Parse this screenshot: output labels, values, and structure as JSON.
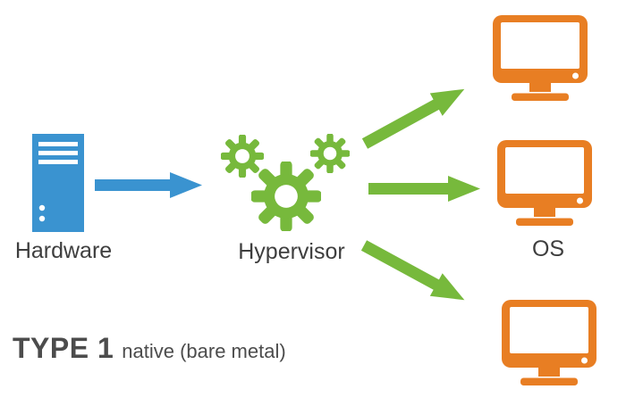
{
  "colors": {
    "blue": "#3A93D0",
    "green": "#77B93C",
    "orange": "#E87E23",
    "label_text": "#3E3E3E",
    "caption_text": "#4C4C4C"
  },
  "diagram": {
    "nodes": [
      {
        "id": "hardware",
        "label": "Hardware",
        "icon": "server-tower-icon",
        "color": "#3A93D0"
      },
      {
        "id": "hypervisor",
        "label": "Hypervisor",
        "icon": "gears-icon",
        "color": "#77B93C"
      },
      {
        "id": "os-top",
        "label": "",
        "icon": "monitor-icon",
        "color": "#E87E23"
      },
      {
        "id": "os-middle",
        "label": "OS",
        "icon": "monitor-icon",
        "color": "#E87E23"
      },
      {
        "id": "os-bottom",
        "label": "",
        "icon": "monitor-icon",
        "color": "#E87E23"
      }
    ],
    "edges": [
      {
        "from": "hardware",
        "to": "hypervisor",
        "color": "#3A93D0"
      },
      {
        "from": "hypervisor",
        "to": "os-top",
        "color": "#77B93C"
      },
      {
        "from": "hypervisor",
        "to": "os-middle",
        "color": "#77B93C"
      },
      {
        "from": "hypervisor",
        "to": "os-bottom",
        "color": "#77B93C"
      }
    ],
    "caption": {
      "title": "TYPE 1",
      "subtitle": "native (bare metal)"
    }
  }
}
